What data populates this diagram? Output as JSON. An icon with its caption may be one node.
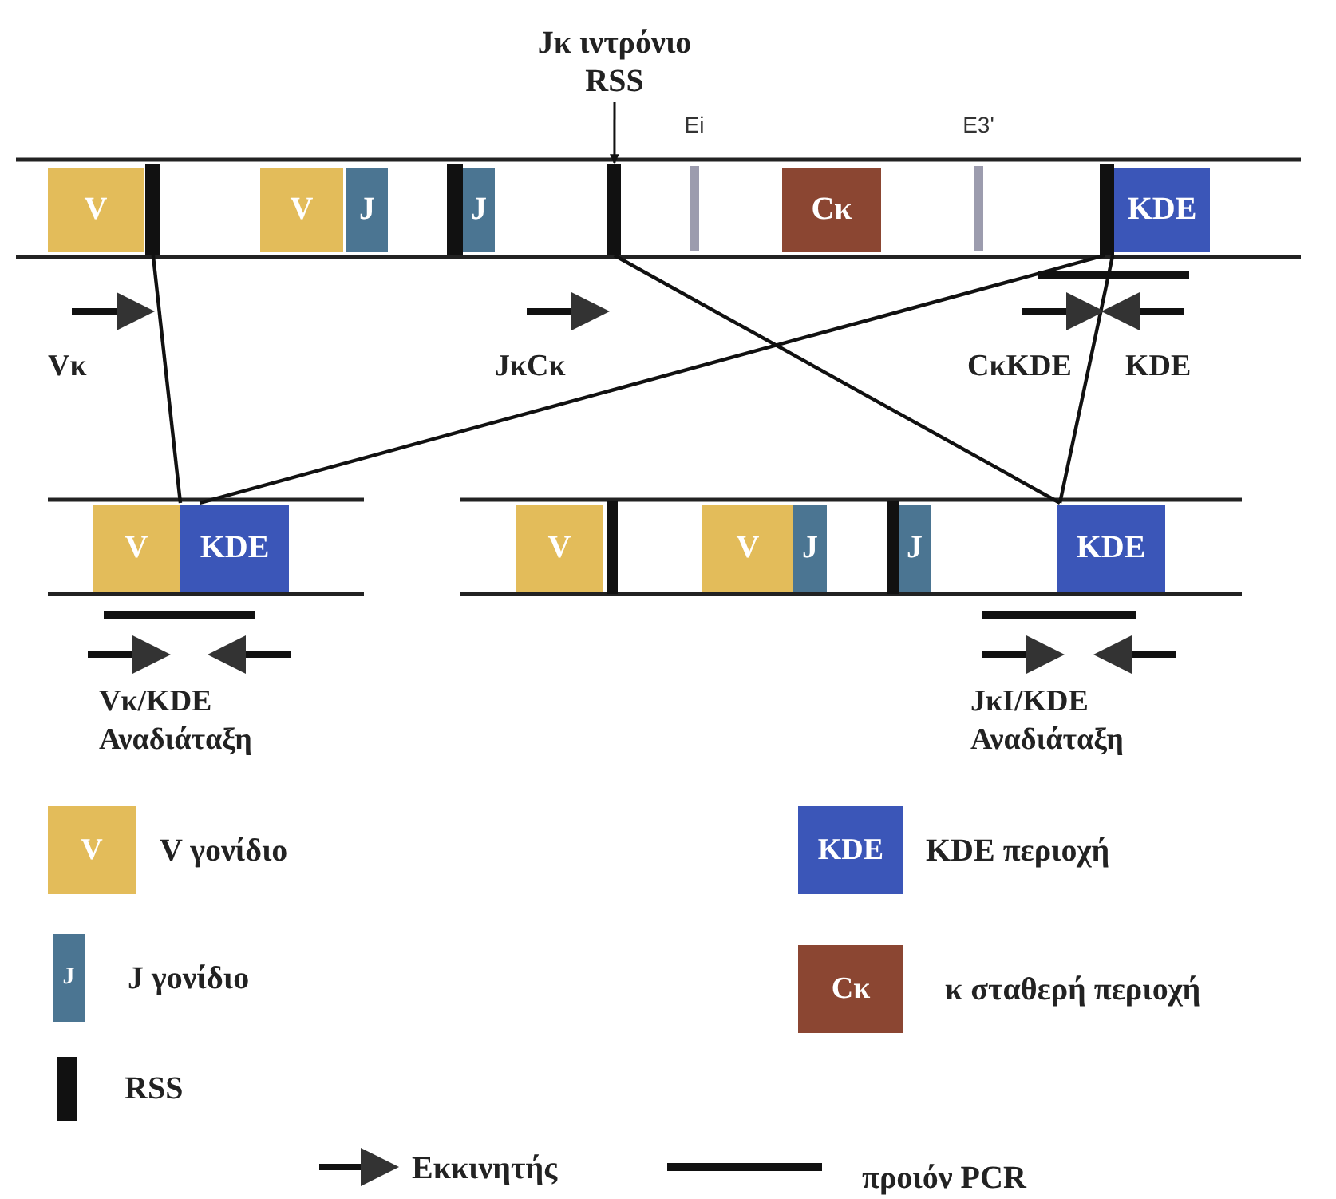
{
  "diagram": {
    "nodes": [
      {
        "text": [
          "V"
        ]
      },
      {
        "text": [],
        "shape": "bar"
      },
      {
        "text": [
          "V"
        ]
      },
      {
        "text": [
          "J"
        ]
      },
      {
        "text": [],
        "shape": "bar"
      },
      {
        "text": [
          "J"
        ]
      },
      {
        "text": [
          "Jκ ιντρόνιο RSS"
        ]
      },
      {
        "text": [],
        "shape": "bar"
      },
      {
        "text": [
          "Ei"
        ]
      },
      {
        "text": [
          "Cκ"
        ]
      },
      {
        "text": [
          "E3'"
        ]
      },
      {
        "text": [],
        "shape": "bar"
      },
      {
        "text": [
          "KDE"
        ]
      },
      {
        "text": [
          "V"
        ]
      },
      {
        "text": [
          "KDE"
        ]
      },
      {
        "text": [
          "V"
        ]
      },
      {
        "text": [],
        "shape": "bar"
      },
      {
        "text": [
          "V"
        ]
      },
      {
        "text": [
          "J"
        ]
      },
      {
        "text": [],
        "shape": "bar"
      },
      {
        "text": [
          "J"
        ]
      },
      {
        "text": [
          "KDE"
        ]
      }
    ],
    "edges": [
      {
        "from": 1,
        "to": 13,
        "arrow": "none"
      },
      {
        "from": 11,
        "to": 14,
        "arrow": "none"
      },
      {
        "from": 7,
        "to": 21,
        "arrow": "none"
      },
      {
        "from": 11,
        "to": 21,
        "arrow": "none"
      },
      {
        "from": 6,
        "to": 7,
        "arrow": "to"
      }
    ],
    "labels": [
      "Vκ",
      "JκCκ",
      "CκKDE",
      "KDE",
      "Vκ/KDE Αναδιάταξη",
      "JκI/KDE Αναδιάταξη",
      "V",
      "KDE",
      "J",
      "Cκ"
    ],
    "legend": [
      {
        "text": "V γονίδιο",
        "color": "#e3bc5a"
      },
      {
        "text": "KDE περιοχή",
        "color": "#3b56b8"
      },
      {
        "text": "J γονίδιο",
        "color": "#4b7592"
      },
      {
        "text": "κ σταθερή περιοχή",
        "color": "#8b4632"
      },
      {
        "text": "RSS",
        "color": "#111111"
      },
      {
        "text": "Εκκινητής"
      },
      {
        "text": "προιόν PCR"
      }
    ]
  }
}
